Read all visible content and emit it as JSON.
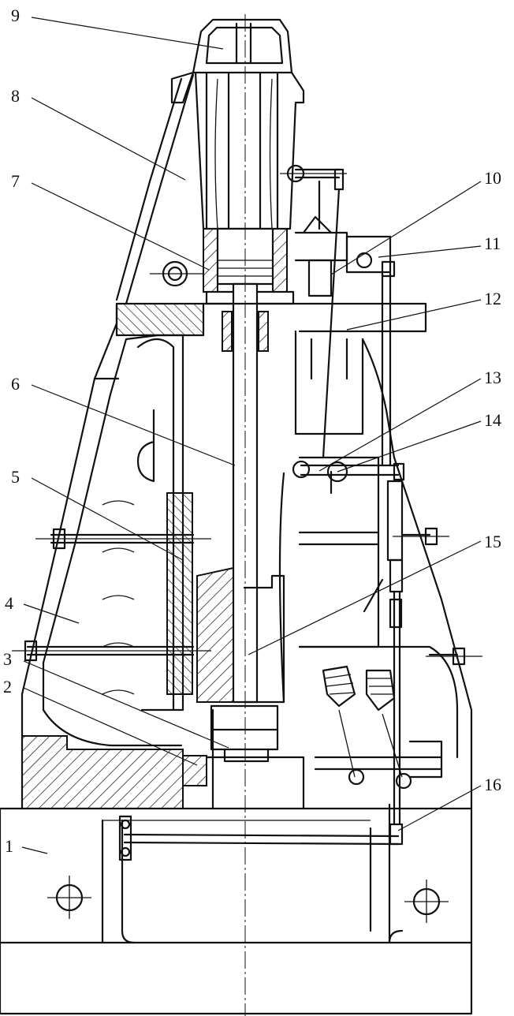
{
  "labels": [
    "1",
    "2",
    "3",
    "4",
    "5",
    "6",
    "7",
    "8",
    "9",
    "10",
    "11",
    "12",
    "13",
    "14",
    "15",
    "16"
  ]
}
